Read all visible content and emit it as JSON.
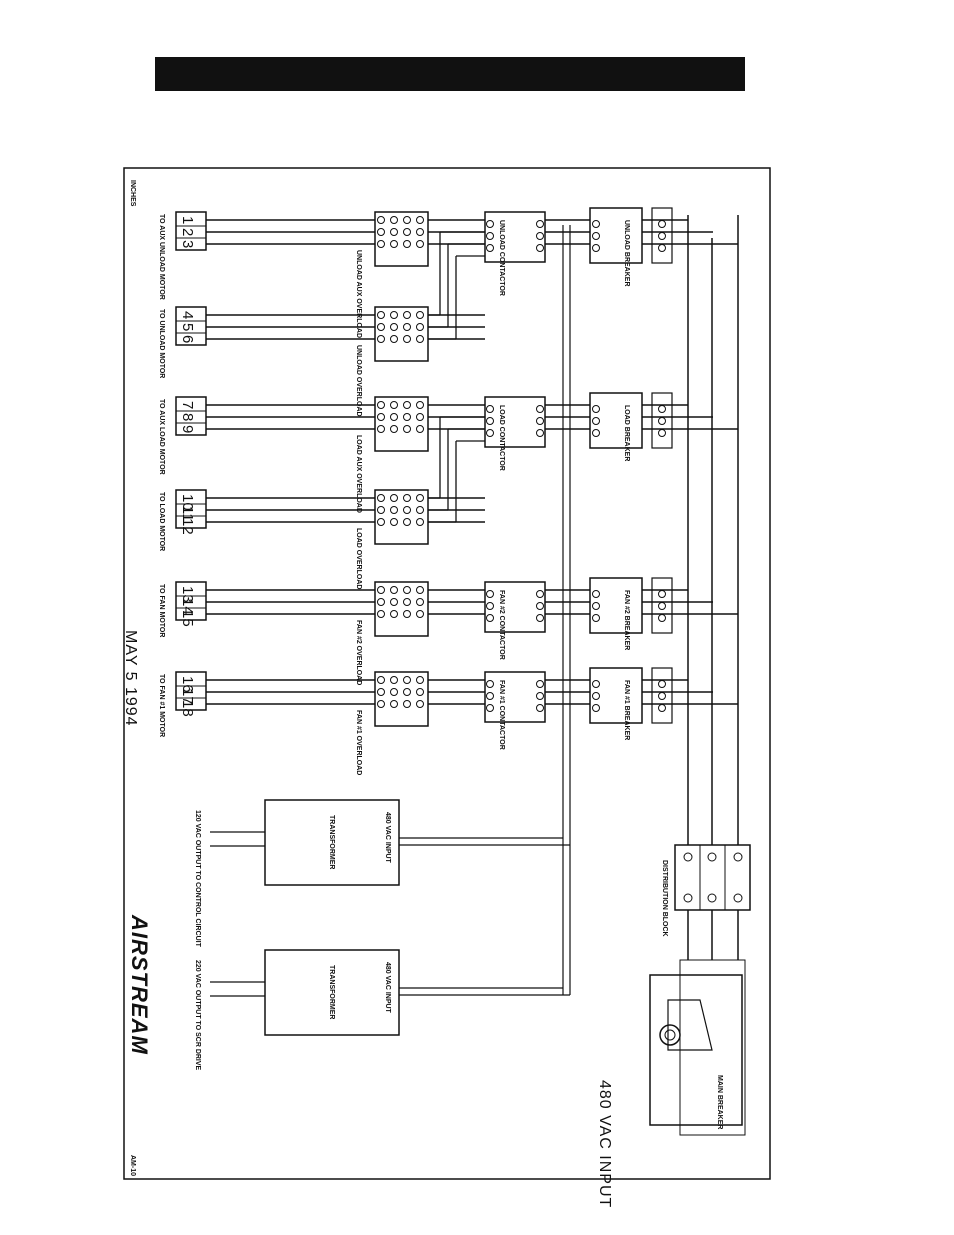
{
  "header": {
    "title": ""
  },
  "labels": {
    "units": "INCHES",
    "sheet_id": "AM-10",
    "date": "MAY 5 1994",
    "logo": "AIRSTREAM",
    "input_voltage": "480 VAC INPUT",
    "main_breaker": "MAIN BREAKER",
    "distribution_block": "DISTRIBUTION BLOCK"
  },
  "terminal_groups": [
    {
      "terminals": [
        "1",
        "2",
        "3"
      ],
      "motor": "TO AUX UNLOAD MOTOR",
      "overload": "UNLOAD AUX OVERLOAD",
      "contactor": "UNLOAD CONTACTOR",
      "breaker": "UNLOAD BREAKER"
    },
    {
      "terminals": [
        "4",
        "5",
        "6"
      ],
      "motor": "TO UNLOAD MOTOR",
      "overload": "UNLOAD OVERLOAD",
      "contactor": "",
      "breaker": ""
    },
    {
      "terminals": [
        "7",
        "8",
        "9"
      ],
      "motor": "TO AUX LOAD MOTOR",
      "overload": "LOAD AUX OVERLOAD",
      "contactor": "LOAD CONTACTOR",
      "breaker": "LOAD BREAKER"
    },
    {
      "terminals": [
        "10",
        "11",
        "12"
      ],
      "motor": "TO LOAD MOTOR",
      "overload": "LOAD OVERLOAD",
      "contactor": "",
      "breaker": ""
    },
    {
      "terminals": [
        "13",
        "14",
        "15"
      ],
      "motor": "TO FAN MOTOR",
      "overload": "FAN #2 OVERLOAD",
      "contactor": "FAN #2 CONTACTOR",
      "breaker": "FAN #2 BREAKER"
    },
    {
      "terminals": [
        "16",
        "17",
        "18"
      ],
      "motor": "TO FAN #1 MOTOR",
      "overload": "FAN #1 OVERLOAD",
      "contactor": "FAN #1 CONTACTOR",
      "breaker": "FAN #1 BREAKER"
    }
  ],
  "transformers": [
    {
      "name": "TRANSFORMER",
      "input": "480 VAC INPUT",
      "output": "120 VAC OUTPUT TO CONTROL CIRCUIT"
    },
    {
      "name": "TRANSFORMER",
      "input": "480 VAC INPUT",
      "output": "220 VAC OUTPUT TO SCR DRIVE"
    }
  ]
}
